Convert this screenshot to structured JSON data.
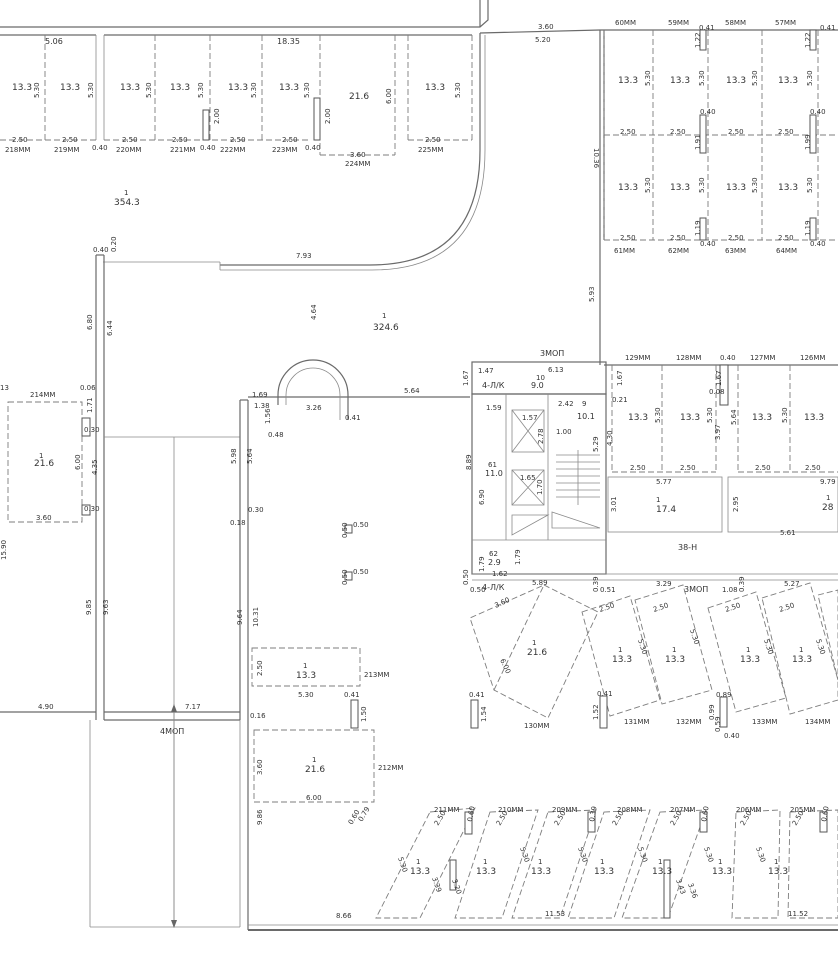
{
  "mm_bottom": [
    "218ММ",
    "219ММ",
    "220ММ",
    "221ММ",
    "222ММ",
    "223ММ",
    "224ММ",
    "225ММ"
  ],
  "mm_top_right": [
    "60ММ",
    "59ММ",
    "58ММ",
    "57ММ"
  ],
  "mm_mid_right": [
    "61ММ",
    "62ММ",
    "63ММ",
    "64ММ"
  ],
  "mm_129": [
    "129ММ",
    "128ММ",
    "127ММ",
    "126ММ"
  ],
  "mm_130": [
    "130ММ",
    "131ММ",
    "132ММ",
    "133ММ",
    "134ММ"
  ],
  "mm_bottom_row": [
    "211ММ",
    "210ММ",
    "209ММ",
    "208ММ",
    "207ММ",
    "206ММ",
    "205ММ"
  ],
  "mm_212": "212ММ",
  "mm_213": "213ММ",
  "mm_214": "214ММ",
  "area_133": "13.3",
  "area_216": "21.6",
  "area_174": "17.4",
  "area_3543": "354.3",
  "area_3246": "324.6",
  "area_90": "9.0",
  "area_101": "10.1",
  "area_110": "11.0",
  "area_29": "2.9",
  "area_28": "28",
  "mop_3": "3МОП",
  "mop_4": "4МОП",
  "room_4lk": "4-Л/К",
  "room_38n": "38-Н",
  "num_1": "1",
  "num_10": "10",
  "num_9": "9",
  "num_61": "61",
  "num_62": "62",
  "d_530": "5.30",
  "d_250": "2.50",
  "d_360": "3.60",
  "d_600": "6.00",
  "d_040": "0.40",
  "d_200": "2.00",
  "d_506": "5.06",
  "d_1835": "18.35",
  "d_520": "5.20",
  "d_1036": "10.36",
  "d_793": "7.93",
  "d_464": "4.64",
  "d_020": "0.20",
  "d_680": "6.80",
  "d_644": "6.44",
  "d_593": "5.93",
  "d_122": "1.22",
  "d_041": "0.41",
  "d_191": "1.91",
  "d_199": "1.99",
  "d_119": "1.19",
  "d_613": "6.13",
  "d_167": "1.67",
  "d_147": "1.47",
  "d_564": "5.64",
  "d_169": "1.69",
  "d_138": "1.38",
  "d_326": "3.26",
  "d_048": "0.48",
  "d_156": "1.56",
  "d_159": "1.59",
  "d_157": "1.57",
  "d_242": "2.42",
  "d_278": "2.78",
  "d_100": "1.00",
  "d_165": "1.65",
  "d_170": "1.70",
  "d_529": "5.29",
  "d_430": "4.30",
  "d_021": "0.21",
  "d_008": "0.08",
  "d_397": "3.97",
  "d_577": "5.77",
  "d_301": "3.01",
  "d_295": "2.95",
  "d_561": "5.61",
  "d_979": "9.79",
  "d_889": "8.89",
  "d_690": "6.90",
  "d_179": "1.79",
  "d_162": "1.62",
  "d_589": "5.89",
  "d_039": "0.39",
  "d_051": "0.51",
  "d_329": "3.29",
  "d_108": "1.08",
  "d_527": "5.27",
  "d_050": "0.50",
  "d_598": "5.98",
  "d_018": "0.18",
  "d_030": "0.30",
  "d_013": "13",
  "d_006": "0.06",
  "d_171": "1.71",
  "d_435": "4.35",
  "d_1590": "15.90",
  "d_985": "9.85",
  "d_963": "9.63",
  "d_964": "9.64",
  "d_1031": "10.31",
  "d_490": "4.90",
  "d_717": "7.17",
  "d_016": "0.16",
  "d_150": "1.50",
  "d_154": "1.54",
  "d_152": "1.52",
  "d_089": "0.89",
  "d_099": "0.99",
  "d_059": "0.59",
  "d_986": "9.86",
  "d_060": "0.60",
  "d_079": "0.79",
  "d_339": "3.39",
  "d_320": "3.20",
  "d_343": "3.43",
  "d_336": "3.36",
  "d_1153": "11.53",
  "d_1152": "11.52",
  "d_866": "8.66"
}
